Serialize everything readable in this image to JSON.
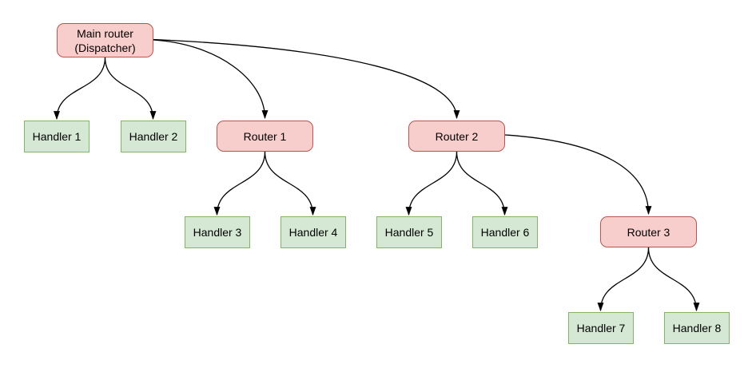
{
  "colors": {
    "background": "#ffffff",
    "router_fill": "#f8cecc",
    "router_stroke": "#b85450",
    "handler_fill": "#d5e8d4",
    "handler_stroke": "#82b366",
    "edge": "#000000",
    "text": "#000000"
  },
  "nodes": {
    "main_router": {
      "label": "Main router\n(Dispatcher)",
      "type": "router"
    },
    "router_1": {
      "label": "Router 1",
      "type": "router"
    },
    "router_2": {
      "label": "Router 2",
      "type": "router"
    },
    "router_3": {
      "label": "Router 3",
      "type": "router"
    },
    "handler_1": {
      "label": "Handler 1",
      "type": "handler"
    },
    "handler_2": {
      "label": "Handler 2",
      "type": "handler"
    },
    "handler_3": {
      "label": "Handler 3",
      "type": "handler"
    },
    "handler_4": {
      "label": "Handler 4",
      "type": "handler"
    },
    "handler_5": {
      "label": "Handler 5",
      "type": "handler"
    },
    "handler_6": {
      "label": "Handler 6",
      "type": "handler"
    },
    "handler_7": {
      "label": "Handler 7",
      "type": "handler"
    },
    "handler_8": {
      "label": "Handler 8",
      "type": "handler"
    }
  },
  "edges": [
    {
      "from": "main_router",
      "to": "handler_1"
    },
    {
      "from": "main_router",
      "to": "handler_2"
    },
    {
      "from": "main_router",
      "to": "router_1"
    },
    {
      "from": "main_router",
      "to": "router_2"
    },
    {
      "from": "router_1",
      "to": "handler_3"
    },
    {
      "from": "router_1",
      "to": "handler_4"
    },
    {
      "from": "router_2",
      "to": "handler_5"
    },
    {
      "from": "router_2",
      "to": "handler_6"
    },
    {
      "from": "router_2",
      "to": "router_3"
    },
    {
      "from": "router_3",
      "to": "handler_7"
    },
    {
      "from": "router_3",
      "to": "handler_8"
    }
  ]
}
